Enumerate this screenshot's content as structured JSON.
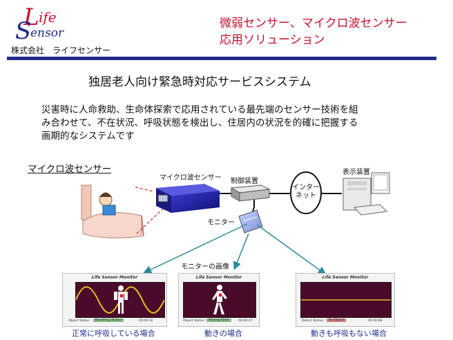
{
  "logo": {
    "line1_initial": "L",
    "line1_rest": "ife",
    "line2_initial": "S",
    "line2_rest": "ensor"
  },
  "company_name": "株式会社　ライフセンサー",
  "header_title": [
    "微弱センサー、マイクロ波センサー",
    "応用ソリューション"
  ],
  "main_title": "独居老人向け緊急時対応サービスシステム",
  "description": [
    "災害時に人命救助、生命体探索で応用されている最先端のセンサー技術を組",
    "み合わせて、不在状況、呼吸状態を検出し、住居内の状況を的確に把握する",
    "画期的なシステムです"
  ],
  "diagram": {
    "section_label": "マイクロ波センサー",
    "microwave_sensor_label": "マイクロ波センサー",
    "controller_label": "制御装置",
    "internet_label": [
      "インター",
      "ネット"
    ],
    "display_label": "表示装置",
    "monitor_label": "モニター",
    "monitor_image_label": "モニターの画像"
  },
  "screens": [
    {
      "title": "Life Sensor Monitor",
      "status_label": "Object Status:",
      "status_value": "Breathing Status",
      "time": "00:00:16",
      "caption": "正常に呼吸している場合",
      "state": "breathing"
    },
    {
      "title": "Life Sensor Monitor",
      "status_label": "Object Status:",
      "status_value": "Moving State",
      "time": "00:00:47",
      "caption": "動きの場合",
      "state": "moving"
    },
    {
      "title": "Life Sensor Monitor",
      "status_label": "Detect Status:",
      "status_value": "No Object",
      "time": "00:00:08",
      "caption": "動きも呼吸もない場合",
      "state": "none"
    }
  ],
  "colors": {
    "brand_red": "#c8102e",
    "brand_blue": "#1f2a8a",
    "arrow_teal": "#2a8a9a",
    "plot_bg": "#4a0a2a"
  }
}
